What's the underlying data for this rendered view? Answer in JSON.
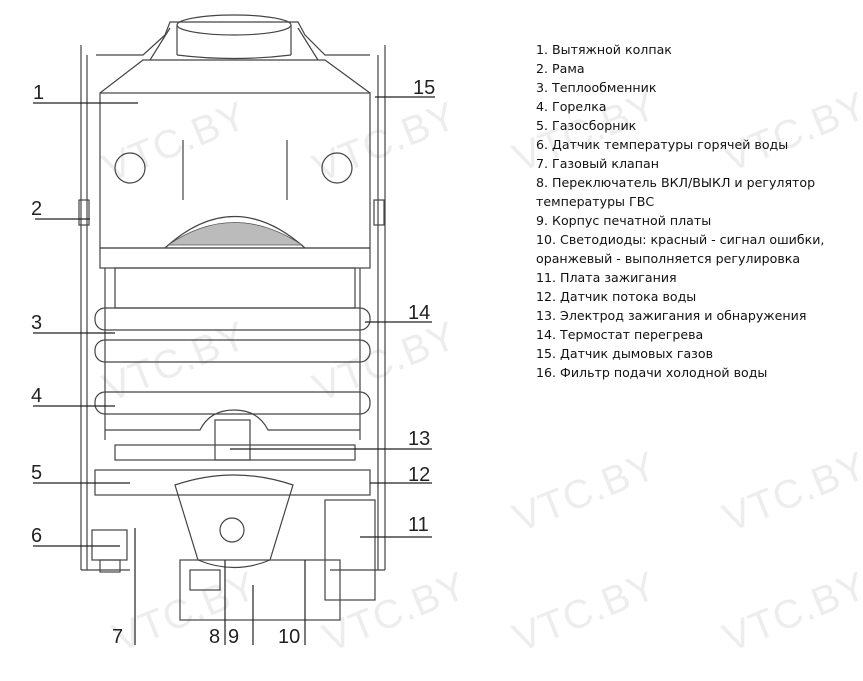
{
  "diagram": {
    "callouts": [
      "1",
      "2",
      "3",
      "4",
      "5",
      "6",
      "7",
      "8",
      "9",
      "10",
      "11",
      "12",
      "13",
      "14",
      "15"
    ],
    "watermark": "VTC.BY"
  },
  "legend": {
    "items": [
      "1. Вытяжной колпак",
      "2. Рама",
      "3. Теплообменник",
      "4. Горелка",
      "5. Газосборник",
      "6. Датчик температуры горячей воды",
      "7. Газовый клапан",
      "8. Переключатель ВКЛ/ВЫКЛ и регулятор",
      "температуры ГВС",
      "9. Корпус печатной платы",
      "10. Светодиоды: красный - сигнал ошибки,",
      "оранжевый - выполняется регулировка",
      "11. Плата зажигания",
      "12. Датчик потока воды",
      "13. Электрод зажигания и обнаружения",
      "14. Термостат перегрева",
      "15. Датчик дымовых газов",
      "16. Фильтр подачи холодной воды"
    ]
  },
  "colors": {
    "line": "#333333",
    "watermark": "#e6e6e6"
  }
}
